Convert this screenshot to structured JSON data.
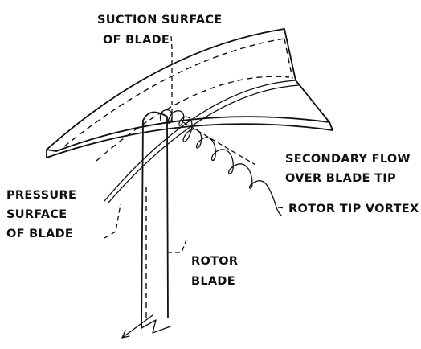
{
  "labels": {
    "suction_line1": "SUCTION SURFACE",
    "suction_line2": "OF BLADE",
    "secondary_line1": "SECONDARY FLOW",
    "secondary_line2": "OVER BLADE TIP",
    "vortex": "ROTOR TIP VORTEX",
    "pressure_line1": "PRESSURE",
    "pressure_line2": "SURFACE",
    "pressure_line3": "OF BLADE",
    "rotor_line1": "ROTOR",
    "rotor_line2": "BLADE"
  },
  "colors": {
    "ink": "#111111",
    "background": "#ffffff"
  }
}
